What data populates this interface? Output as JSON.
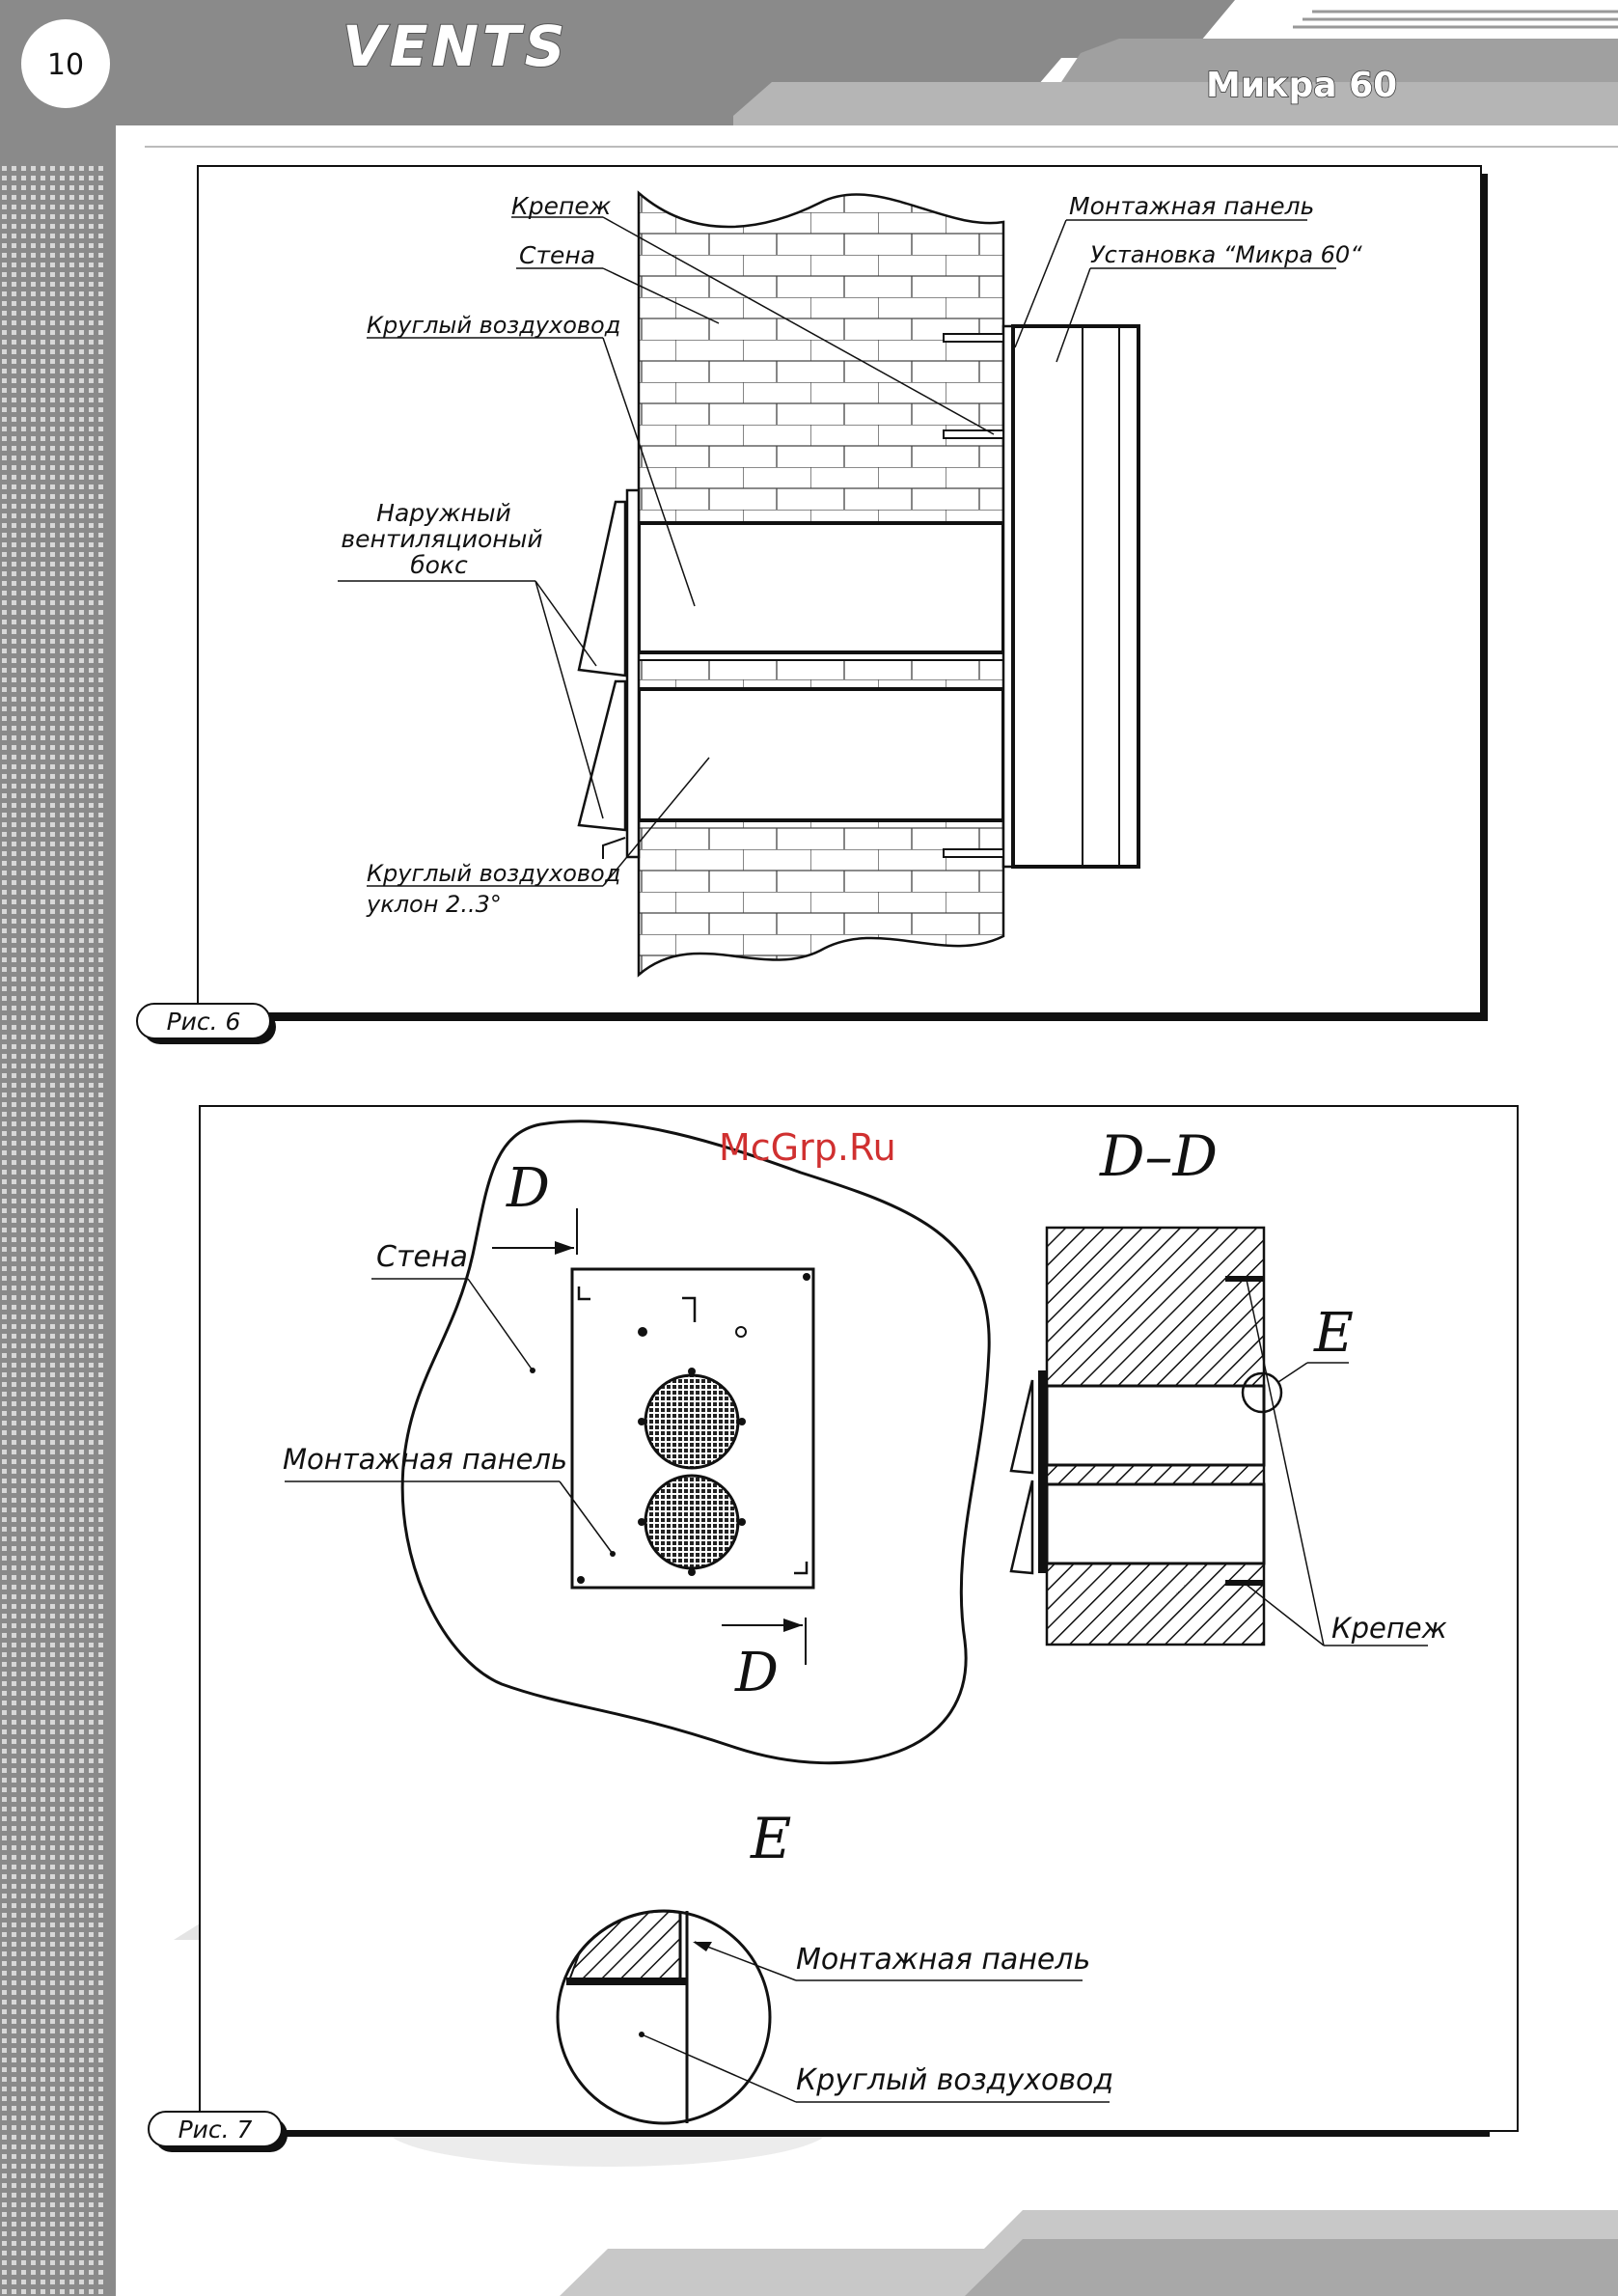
{
  "header": {
    "page_number": "10",
    "logo_text": "VENTS",
    "product_title": "Микра 60"
  },
  "watermark": "McGrp.Ru",
  "figure6": {
    "caption": "Рис. 6",
    "labels": {
      "fastener": "Крепеж",
      "wall": "Стена",
      "round_duct": "Круглый воздуховод",
      "outdoor_box_line1": "Наружный",
      "outdoor_box_line2": "вентиляционый",
      "outdoor_box_line3": "бокс",
      "round_duct_slope_line1": "Круглый воздуховод",
      "round_duct_slope_line2": "уклон 2..3°",
      "mounting_panel": "Монтажная панель",
      "unit": "Установка “Микра 60“"
    }
  },
  "figure7": {
    "caption": "Рис. 7",
    "labels": {
      "section_mark": "D",
      "section_title": "D–D",
      "detail_mark": "E",
      "detail_title": "E",
      "wall": "Стена",
      "mounting_panel": "Монтажная панель",
      "fastener": "Крепеж",
      "detail_mounting_panel": "Монтажная панель",
      "detail_round_duct": "Круглый воздуховод"
    }
  }
}
